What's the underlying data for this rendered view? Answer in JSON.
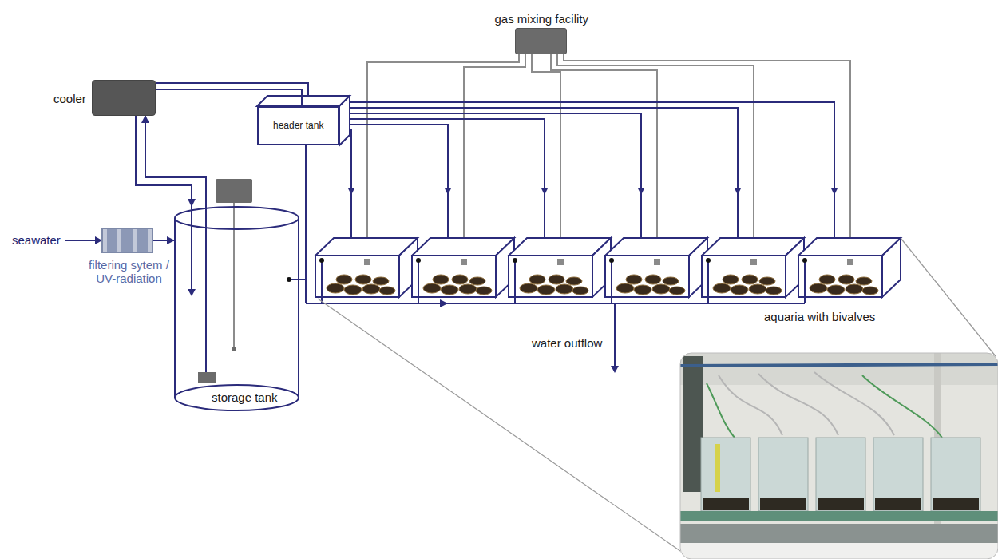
{
  "diagram": {
    "nodes": [
      {
        "text": [
          "gas mixing facility"
        ]
      },
      {
        "text": [
          "cooler"
        ]
      },
      {
        "text": [
          "header tank"
        ]
      },
      {
        "text": [
          "filtering sytem / UV-radiation"
        ]
      },
      {
        "text": [
          "storage tank"
        ]
      }
    ],
    "edges": [
      {
        "from": 3,
        "to": 4,
        "arrow": "to"
      },
      {
        "from": 1,
        "to": 4,
        "arrow": "to"
      },
      {
        "from": 4,
        "to": 1,
        "arrow": "to"
      },
      {
        "from": 1,
        "to": 2,
        "arrow": "none"
      }
    ],
    "labels": [
      "seawater",
      "water outflow",
      "aquaria with bivalves"
    ]
  }
}
